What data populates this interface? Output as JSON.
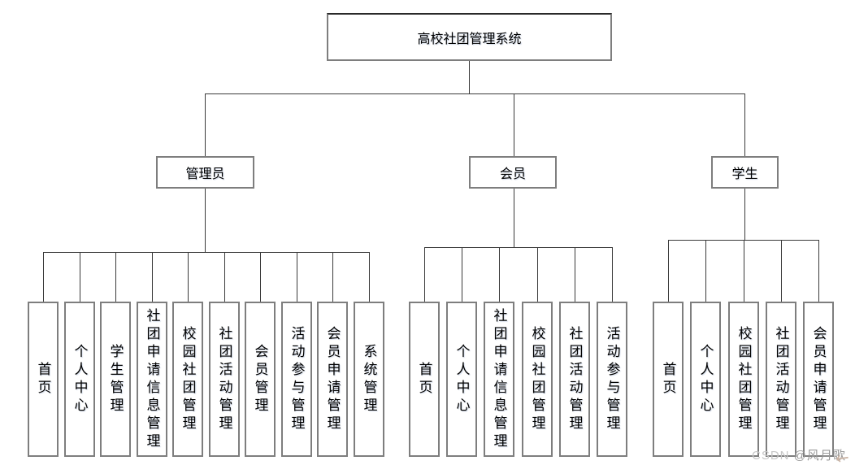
{
  "diagram": {
    "root": {
      "label": "高校社团管理系统"
    },
    "branches": [
      {
        "label": "管理员",
        "children": [
          "首页",
          "个人中心",
          "学生管理",
          "社团申请信息管理",
          "校园社团管理",
          "社团活动管理",
          "会员管理",
          "活动参与管理",
          "会员申请管理",
          "系统管理"
        ]
      },
      {
        "label": "会员",
        "children": [
          "首页",
          "个人中心",
          "社团申请信息管理",
          "校园社团管理",
          "社团活动管理",
          "活动参与管理"
        ]
      },
      {
        "label": "学生",
        "children": [
          "首页",
          "个人中心",
          "校园社团管理",
          "社团活动管理",
          "会员申请管理"
        ]
      }
    ]
  },
  "watermark": {
    "brand": "CSDN ",
    "handle": "@风月歌",
    "arrow_icon": "←"
  },
  "colors": {
    "box_border": "#7e7e7e",
    "connector": "#3a3a3a",
    "background": "#ffffff"
  }
}
